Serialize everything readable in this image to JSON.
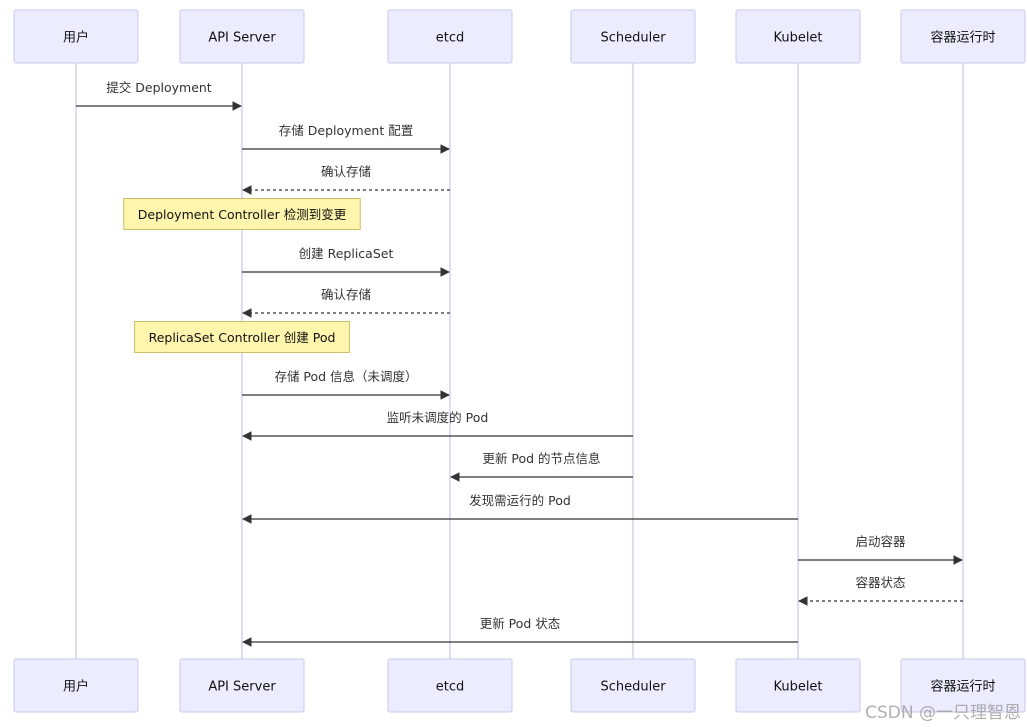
{
  "actors": [
    {
      "id": "user",
      "label": "用户"
    },
    {
      "id": "api",
      "label": "API Server"
    },
    {
      "id": "etcd",
      "label": "etcd"
    },
    {
      "id": "scheduler",
      "label": "Scheduler"
    },
    {
      "id": "kubelet",
      "label": "Kubelet"
    },
    {
      "id": "runtime",
      "label": "容器运行时"
    }
  ],
  "events": [
    {
      "kind": "message",
      "from": "user",
      "to": "api",
      "label": "提交 Deployment",
      "style": "solid"
    },
    {
      "kind": "message",
      "from": "api",
      "to": "etcd",
      "label": "存储 Deployment 配置",
      "style": "solid"
    },
    {
      "kind": "message",
      "from": "etcd",
      "to": "api",
      "label": "确认存储",
      "style": "dashed"
    },
    {
      "kind": "note",
      "over": "api",
      "label": "Deployment Controller 检测到变更"
    },
    {
      "kind": "message",
      "from": "api",
      "to": "etcd",
      "label": "创建 ReplicaSet",
      "style": "solid"
    },
    {
      "kind": "message",
      "from": "etcd",
      "to": "api",
      "label": "确认存储",
      "style": "dashed"
    },
    {
      "kind": "note",
      "over": "api",
      "label": "ReplicaSet Controller 创建 Pod"
    },
    {
      "kind": "message",
      "from": "api",
      "to": "etcd",
      "label": "存储 Pod 信息（未调度）",
      "style": "solid"
    },
    {
      "kind": "message",
      "from": "scheduler",
      "to": "api",
      "label": "监听未调度的 Pod",
      "style": "solid"
    },
    {
      "kind": "message",
      "from": "scheduler",
      "to": "etcd",
      "label": "更新 Pod 的节点信息",
      "style": "solid"
    },
    {
      "kind": "message",
      "from": "kubelet",
      "to": "api",
      "label": "发现需运行的 Pod",
      "style": "solid"
    },
    {
      "kind": "message",
      "from": "kubelet",
      "to": "runtime",
      "label": "启动容器",
      "style": "solid"
    },
    {
      "kind": "message",
      "from": "runtime",
      "to": "kubelet",
      "label": "容器状态",
      "style": "dashed"
    },
    {
      "kind": "message",
      "from": "kubelet",
      "to": "api",
      "label": "更新 Pod 状态",
      "style": "solid"
    }
  ],
  "watermark": "CSDN @一只理智恩",
  "colors": {
    "actor_fill": "#ececff",
    "actor_stroke": "#c9c9ef",
    "lifeline": "#c8c8ea",
    "arrow": "#333333",
    "note_fill": "#fff5ad",
    "note_stroke": "#c9bf68"
  }
}
